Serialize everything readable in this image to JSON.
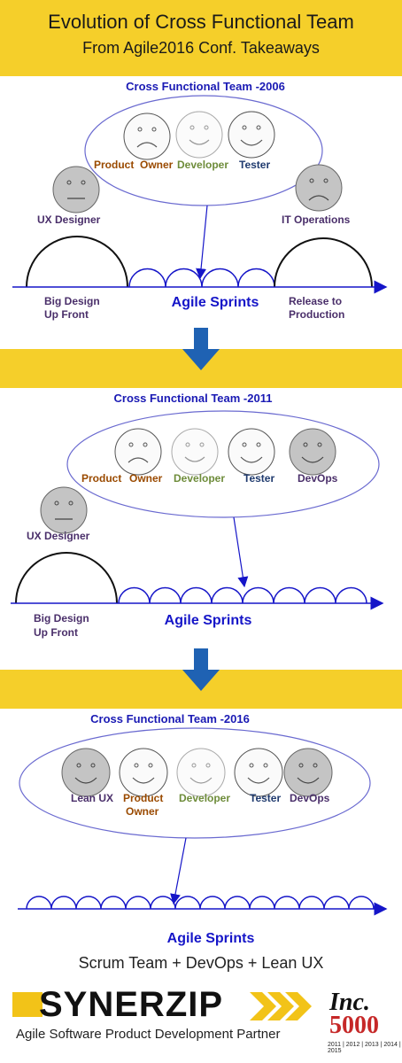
{
  "header": {
    "title": "Evolution of Cross Functional Team",
    "subtitle": "From Agile2016 Conf. Takeaways"
  },
  "colors": {
    "band": "#f5cf2a",
    "flow": "#1515c8",
    "ellipse": "#6a6ad0",
    "product_owner": "#9a4a00",
    "developer": "#6e8c3a",
    "tester": "#1f3a6e",
    "side_role": "#4a2f6a",
    "arrow_down": "#1f62b3"
  },
  "panels": [
    {
      "title": "Cross Functional Team -2006",
      "team_labels": [
        {
          "text": "Product"
        },
        {
          "text": "Owner"
        },
        {
          "text": "Developer"
        },
        {
          "text": "Tester"
        }
      ],
      "side_labels": [
        {
          "text": "UX Designer"
        },
        {
          "text": "IT Operations"
        }
      ],
      "axis_labels": [
        {
          "text": "Big Design"
        },
        {
          "text": "Up Front"
        },
        {
          "text": "Agile Sprints"
        },
        {
          "text": "Release to"
        },
        {
          "text": "Production"
        }
      ]
    },
    {
      "title": "Cross Functional Team -2011",
      "team_labels": [
        {
          "text": "Product"
        },
        {
          "text": "Owner"
        },
        {
          "text": "Developer"
        },
        {
          "text": "Tester"
        },
        {
          "text": "DevOps"
        }
      ],
      "side_labels": [
        {
          "text": "UX Designer"
        }
      ],
      "axis_labels": [
        {
          "text": "Big Design"
        },
        {
          "text": "Up Front"
        },
        {
          "text": "Agile Sprints"
        }
      ]
    },
    {
      "title": "Cross Functional Team -2016",
      "team_labels": [
        {
          "text": "Lean UX"
        },
        {
          "text": "Product"
        },
        {
          "text": "Owner"
        },
        {
          "text": "Developer"
        },
        {
          "text": "Tester"
        },
        {
          "text": "DevOps"
        }
      ],
      "axis_labels": [
        {
          "text": "Agile Sprints"
        }
      ]
    }
  ],
  "footer": {
    "tagline": "Scrum Team + DevOps + Lean UX",
    "brand": "SYNERZIP",
    "brand_tagline": "Agile Software Product Development Partner",
    "inc_word": "Inc.",
    "inc_number": "5000",
    "inc_years": "2011 | 2012 | 2013 | 2014 | 2015"
  }
}
